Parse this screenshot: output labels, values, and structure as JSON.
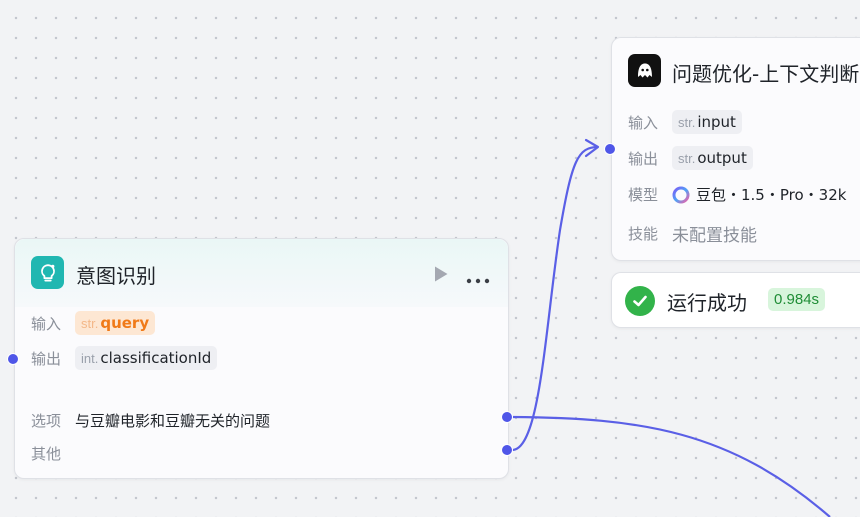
{
  "canvas": {
    "edge_color": "#5a5fe6",
    "node_border_color": "#dfe1e6"
  },
  "intent_node": {
    "title": "意图识别",
    "icon": "lightbulb-icon",
    "icon_color": "#20b7b1",
    "actions": {
      "run_icon": "play-icon",
      "more_icon": "more-icon"
    },
    "input_label": "输入",
    "input_type": "str.",
    "input_value": "query",
    "output_label": "输出",
    "output_type": "int.",
    "output_value": "classificationId",
    "option_label": "选项",
    "option_value": "与豆瓣电影和豆瓣无关的问题",
    "other_label": "其他"
  },
  "optimize_node": {
    "title": "问题优化-上下文判断",
    "icon": "llm-ghost-icon",
    "input_label": "输入",
    "input_type": "str.",
    "input_value": "input",
    "output_label": "输出",
    "output_type": "str.",
    "output_value": "output",
    "model_label": "模型",
    "model_icon": "doubao-logo-icon",
    "model_value": "豆包・1.5・Pro・32k",
    "skill_label": "技能",
    "skill_value": "未配置技能"
  },
  "run_status": {
    "text": "运行成功",
    "time": "0.984s",
    "icon": "check-circle-icon",
    "color": "#32b34a"
  }
}
